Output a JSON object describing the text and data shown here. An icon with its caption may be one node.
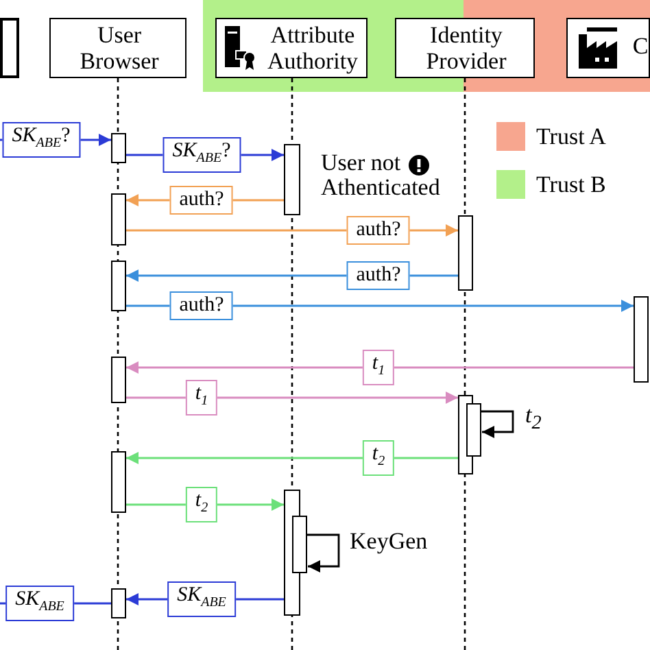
{
  "diagram": {
    "nodes": [
      {
        "text": [],
        "shape": "box"
      },
      {
        "text": [
          "User Browser"
        ]
      },
      {
        "text": [
          "Attribute Authority"
        ]
      },
      {
        "text": [
          "Identity Provider"
        ]
      },
      {
        "text": [
          "C"
        ]
      },
      {
        "text": [],
        "shape": "bar"
      },
      {
        "text": [],
        "shape": "bar"
      },
      {
        "text": [],
        "shape": "bar"
      },
      {
        "text": [],
        "shape": "bar"
      },
      {
        "text": [],
        "shape": "bar"
      },
      {
        "text": [],
        "shape": "bar"
      },
      {
        "text": [],
        "shape": "bar"
      },
      {
        "text": [],
        "shape": "bar"
      },
      {
        "text": [],
        "shape": "bar"
      },
      {
        "text": [],
        "shape": "bar"
      },
      {
        "text": [],
        "shape": "bar"
      },
      {
        "text": [],
        "shape": "bar"
      },
      {
        "text": [],
        "shape": "bar"
      }
    ],
    "edges": [
      {
        "from": null,
        "to": 5,
        "arrow": "to",
        "label": "*SK*$_{ABE}$?",
        "color": "#2b3bd6"
      },
      {
        "from": 5,
        "to": 6,
        "arrow": "to",
        "label": "*SK*$_{ABE}$?",
        "color": "#2b3bd6"
      },
      {
        "from": 6,
        "to": 7,
        "arrow": "to",
        "label": "auth?",
        "color": "#f2a154"
      },
      {
        "from": 7,
        "to": 8,
        "arrow": "to",
        "label": "auth?",
        "color": "#f2a154"
      },
      {
        "from": 8,
        "to": 9,
        "arrow": "to",
        "label": "auth?",
        "color": "#3a8fdc"
      },
      {
        "from": 9,
        "to": 10,
        "arrow": "to",
        "label": "auth?",
        "color": "#3a8fdc"
      },
      {
        "from": 10,
        "to": 11,
        "arrow": "to",
        "label": "*t*$_{1}$",
        "color": "#d98cc0"
      },
      {
        "from": 11,
        "to": 12,
        "arrow": "to",
        "label": "*t*$_{1}$",
        "color": "#d98cc0"
      },
      {
        "from": 13,
        "to": 13,
        "arrow": "to",
        "label": "*t*$_{2}$",
        "color": "#000000"
      },
      {
        "from": 12,
        "to": 14,
        "arrow": "to",
        "label": "*t*$_{2}$",
        "color": "#6ce07a"
      },
      {
        "from": 14,
        "to": 15,
        "arrow": "to",
        "label": "*t*$_{2}$",
        "color": "#6ce07a"
      },
      {
        "from": 16,
        "to": 16,
        "arrow": "to",
        "label": "KeyGen",
        "color": "#000000"
      },
      {
        "from": 15,
        "to": 17,
        "arrow": "to",
        "label": "*SK*$_{ABE}$",
        "color": "#2b3bd6"
      },
      {
        "from": 17,
        "to": null,
        "arrow": "none",
        "label": "*SK*$_{ABE}$",
        "color": "#2b3bd6"
      }
    ],
    "labels": [
      "User not Athenticated"
    ],
    "legend": [
      {
        "text": "Trust A",
        "color": "#f7a68f"
      },
      {
        "text": "Trust B",
        "color": "#b3f08a"
      }
    ]
  }
}
